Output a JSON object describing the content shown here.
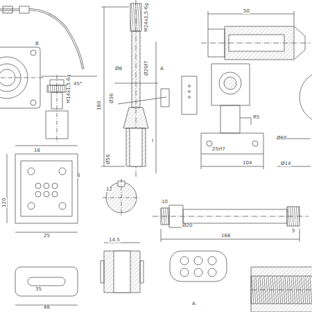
{
  "diagram": {
    "labels": [
      "M24x1,5-6g",
      "Ø26f7",
      "Ø36",
      "Ø8",
      "180",
      "I",
      "A",
      "B",
      "Ø56",
      "M14x1,5-6g",
      "45°",
      "104",
      "120",
      "16",
      "25",
      "50",
      "6",
      "25H7",
      "R5",
      "Ø60",
      "166",
      "14,5",
      "Ø20",
      "A",
      "35",
      "88",
      "Ø14",
      "10",
      "12",
      "5"
    ]
  }
}
